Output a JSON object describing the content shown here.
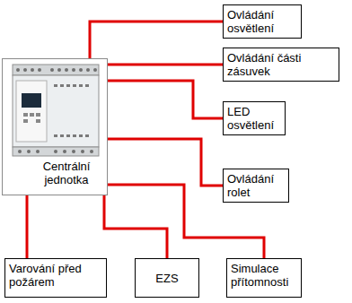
{
  "diagram": {
    "nodes": [
      {
        "text": [
          "Centrální jednotka"
        ]
      },
      {
        "text": [
          "Ovládání osvětlení"
        ]
      },
      {
        "text": [
          "Ovládání části zásuvek"
        ]
      },
      {
        "text": [
          "LED osvětlení"
        ]
      },
      {
        "text": [
          "Ovládání rolet"
        ]
      },
      {
        "text": [
          "Varování před požárem"
        ]
      },
      {
        "text": [
          "EZS"
        ]
      },
      {
        "text": [
          "Simulace přítomnosti"
        ]
      }
    ],
    "edges": [
      {
        "from": 0,
        "to": 1,
        "arrow": "none"
      },
      {
        "from": 0,
        "to": 2,
        "arrow": "none"
      },
      {
        "from": 0,
        "to": 3,
        "arrow": "none"
      },
      {
        "from": 0,
        "to": 4,
        "arrow": "none"
      },
      {
        "from": 0,
        "to": 5,
        "arrow": "none"
      },
      {
        "from": 0,
        "to": 6,
        "arrow": "none"
      },
      {
        "from": 0,
        "to": 7,
        "arrow": "none"
      }
    ]
  }
}
